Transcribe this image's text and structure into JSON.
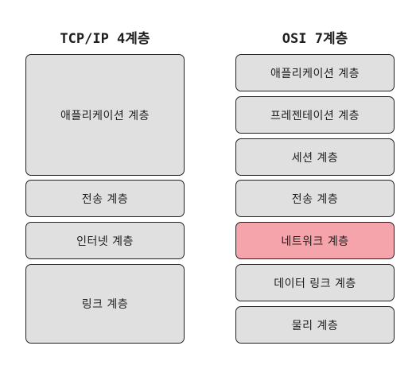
{
  "tcpip": {
    "title": "TCP/IP 4계층",
    "layers": [
      "애플리케이션 계층",
      "전송 계층",
      "인터넷 계층",
      "링크 계층"
    ]
  },
  "osi": {
    "title": "OSI 7계층",
    "layers": [
      "애플리케이션 계층",
      "프레젠테이션 계층",
      "세션 계층",
      "전송 계층",
      "네트워크 계층",
      "데이터 링크 계층",
      "물리 계층"
    ],
    "highlighted": "네트워크 계층"
  },
  "colors": {
    "layer_fill": "#e0e0e0",
    "highlight_fill": "#f4a4aa",
    "border": "#222222"
  }
}
